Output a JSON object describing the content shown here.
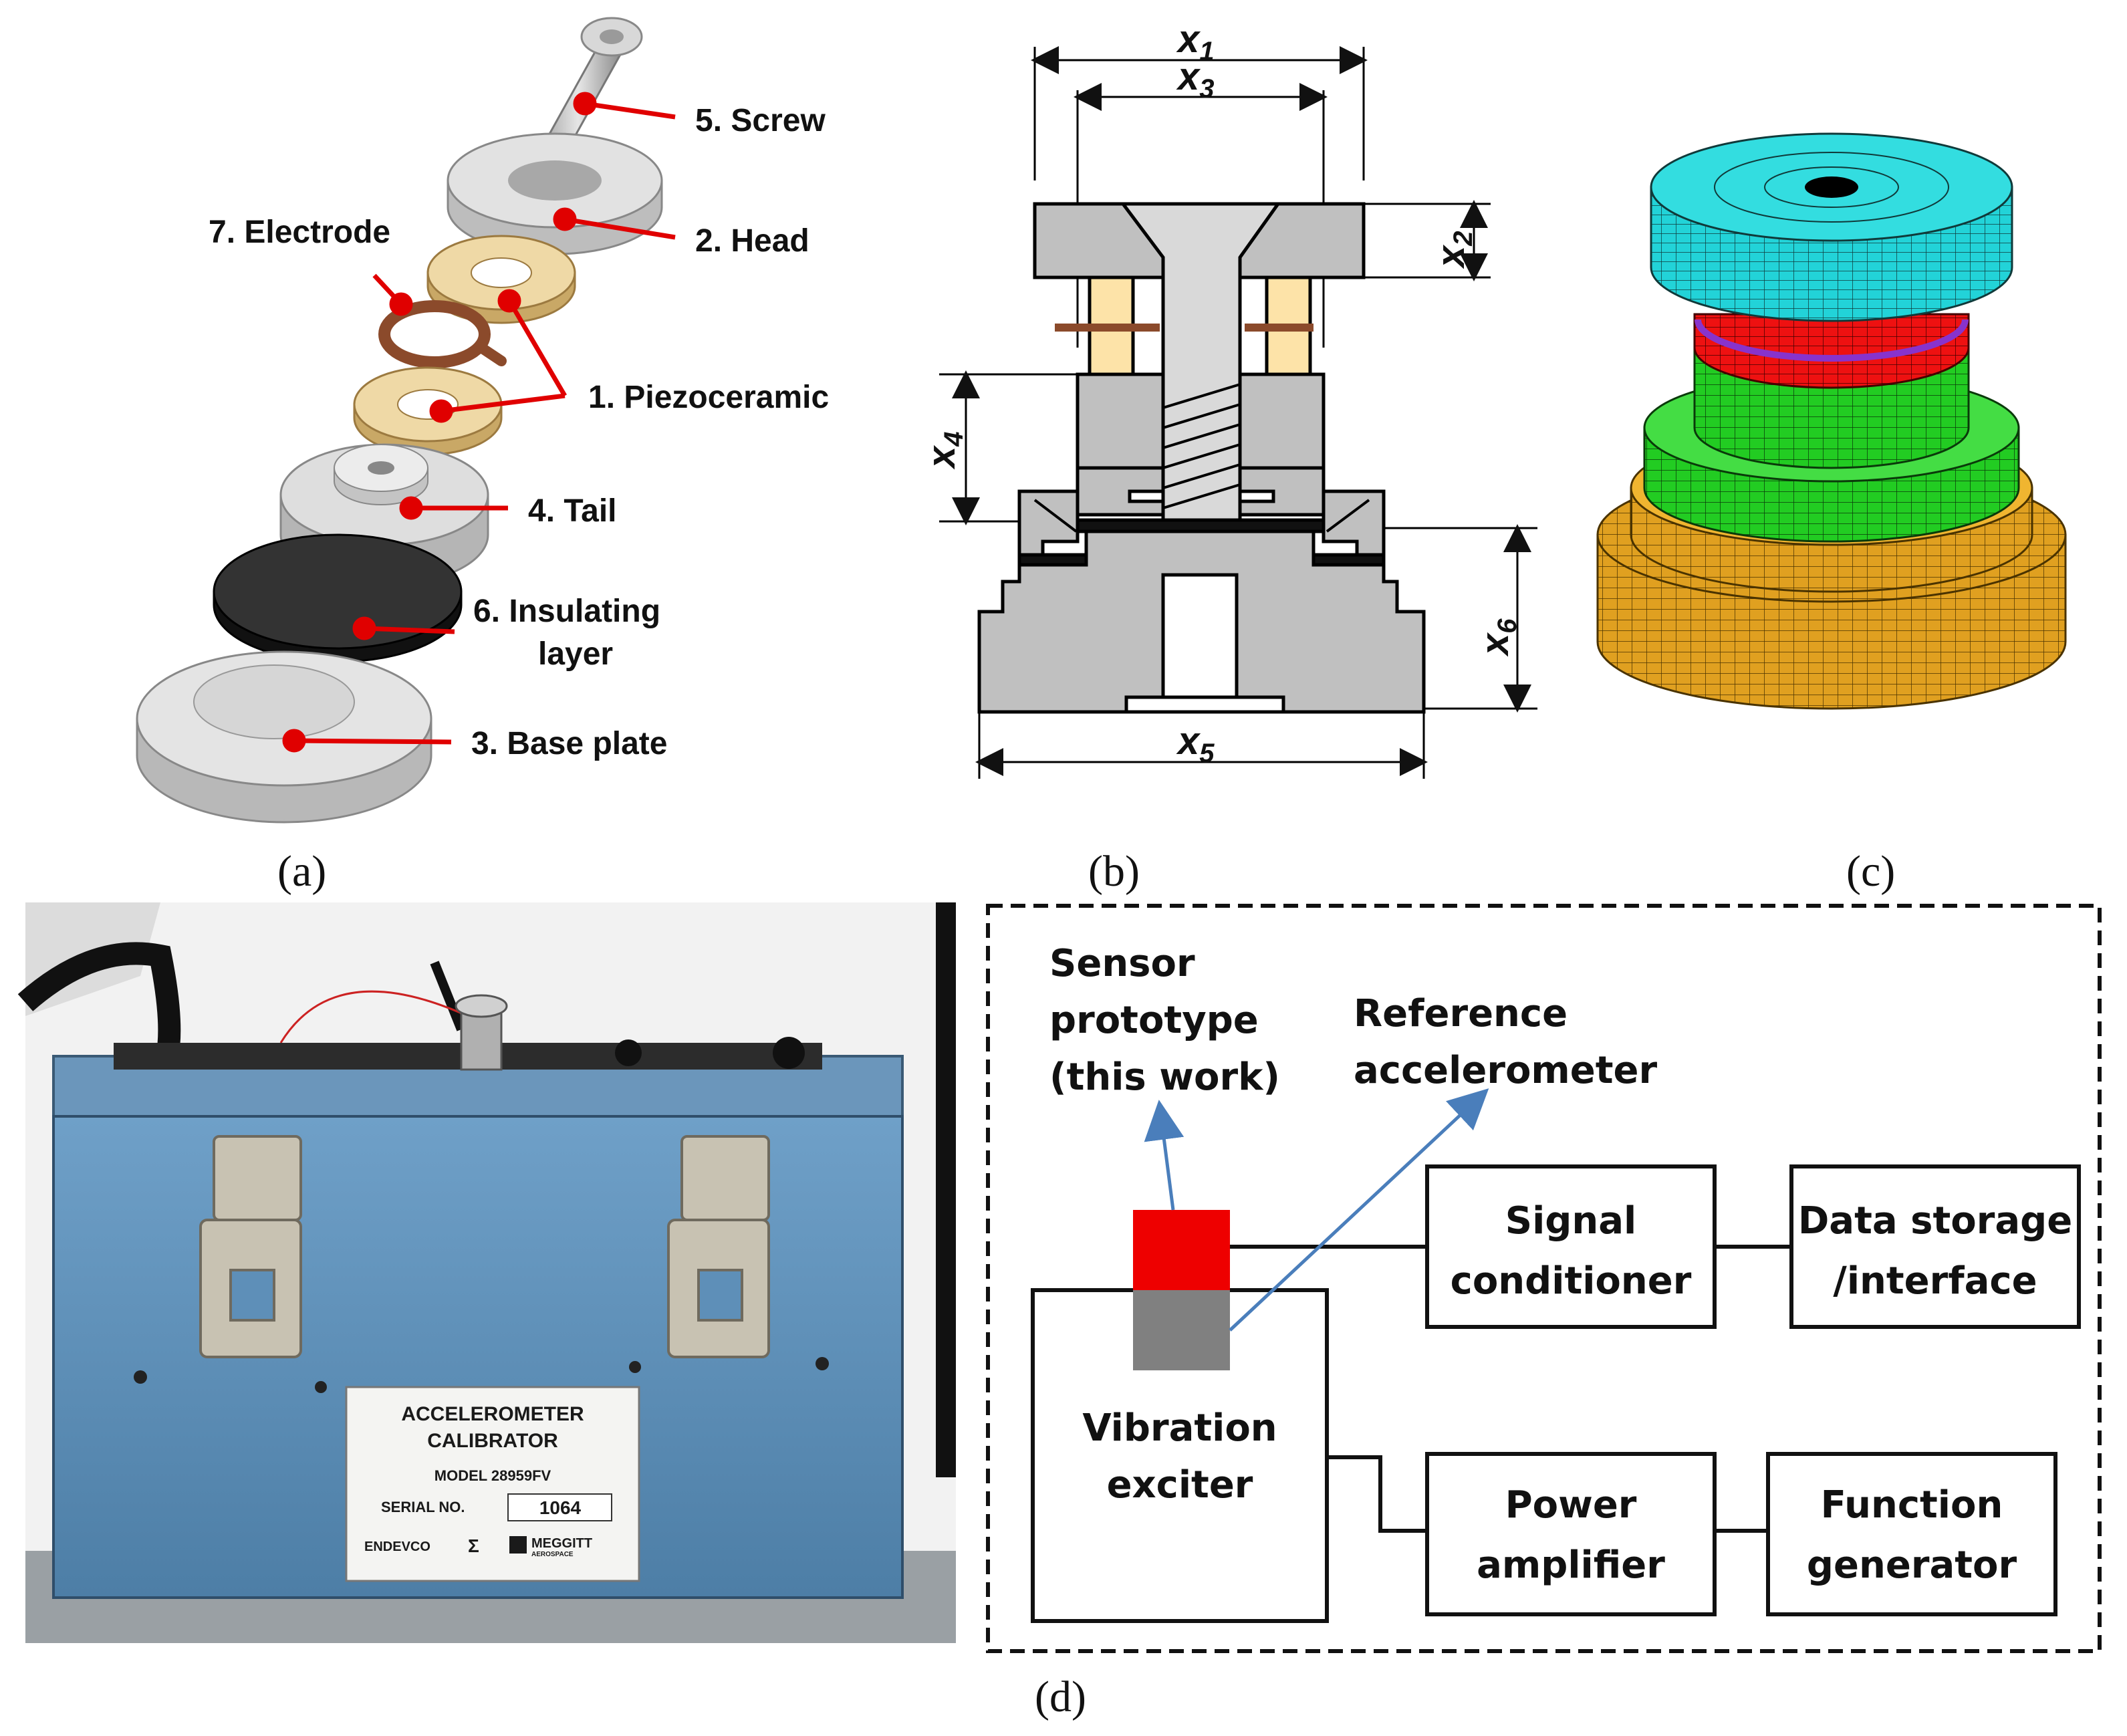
{
  "panel_a": {
    "caption": "(a)",
    "labels": {
      "screw": "5. Screw",
      "head": "2. Head",
      "electrode": "7. Electrode",
      "piezo": "1. Piezoceramic",
      "tail": "4. Tail",
      "insulating_1": "6. Insulating",
      "insulating_2": "layer",
      "base": "3. Base plate"
    },
    "colors": {
      "leader": "#e00000",
      "metal": "#c8c8c8",
      "ceramic": "#e8cf9a",
      "electrode": "#8b4a2b",
      "insulator": "#2a2a2a"
    }
  },
  "panel_b": {
    "caption": "(b)",
    "dims": {
      "x1": {
        "base": "x",
        "sub": "1"
      },
      "x2": {
        "base": "x",
        "sub": "2"
      },
      "x3": {
        "base": "x",
        "sub": "3"
      },
      "x4": {
        "base": "x",
        "sub": "4"
      },
      "x5": {
        "base": "x",
        "sub": "5"
      },
      "x6": {
        "base": "x",
        "sub": "6"
      }
    },
    "colors": {
      "part": "#c0c0c0",
      "ceramic": "#fde3a8",
      "electrode": "#8b4a2b"
    }
  },
  "panel_c": {
    "caption": "(c)",
    "colors": {
      "head": "#22d3d8",
      "piezo": "#ee1111",
      "electrode": "#8833cc",
      "tail": "#22cc22",
      "base": "#e0a020",
      "mesh": "#000000"
    }
  },
  "panel_d": {
    "caption": "(d)",
    "photo": {
      "plate_line1": "ACCELEROMETER",
      "plate_line2": "CALIBRATOR",
      "plate_model": "MODEL 28959FV",
      "plate_serial_label": "SERIAL NO.",
      "plate_serial": "1064",
      "plate_brand1": "ENDEVCO",
      "plate_brand2": "MEGGITT",
      "plate_brand2_sub": "AEROSPACE"
    },
    "diagram": {
      "sensor_label": [
        "Sensor",
        "prototype",
        "(this work)"
      ],
      "reference_label": [
        "Reference",
        "accelerometer"
      ],
      "signal_conditioner": [
        "Signal",
        "conditioner"
      ],
      "data_storage": [
        "Data storage",
        "/interface"
      ],
      "vibration_exciter": [
        "Vibration",
        "exciter"
      ],
      "power_amplifier": [
        "Power",
        "amplifier"
      ],
      "function_generator": [
        "Function",
        "generator"
      ]
    },
    "colors": {
      "sensor": "#ee0000",
      "reference": "#808080",
      "arrow": "#4a7ebb",
      "box_body": "#5e8fb8"
    }
  }
}
